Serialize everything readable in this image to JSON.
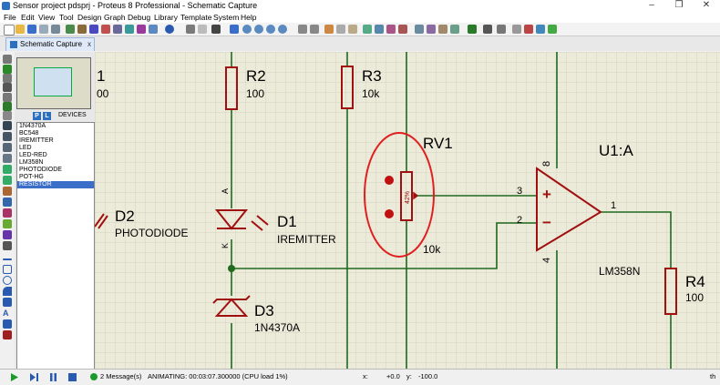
{
  "window": {
    "title": "Sensor project pdsprj - Proteus 8 Professional - Schematic Capture",
    "minimize": "–",
    "maximize": "❐",
    "close": "✕"
  },
  "menu": [
    "File",
    "Edit",
    "View",
    "Tool",
    "Design",
    "Graph",
    "Debug",
    "Library",
    "Template",
    "System",
    "Help"
  ],
  "tab": {
    "label": "Schematic Capture",
    "close": "x"
  },
  "panel": {
    "p_button": "P",
    "l_button": "L",
    "devices_label": "DEVICES",
    "devices": [
      "1N4370A",
      "BC548",
      "IREMITTER",
      "LED",
      "LED-RED",
      "LM358N",
      "PHOTODIODE",
      "POT-HG",
      "RESISTOR"
    ],
    "selected_device": "RESISTOR"
  },
  "schematic": {
    "r_partial": {
      "ref": "1",
      "value": "00"
    },
    "r2": {
      "ref": "R2",
      "value": "100"
    },
    "r3": {
      "ref": "R3",
      "value": "10k"
    },
    "rv1": {
      "ref": "RV1",
      "value": "10k",
      "wiper": "42%"
    },
    "u1": {
      "ref": "U1:A",
      "model": "LM358N",
      "pin_out": "1",
      "pin_plus": "3",
      "pin_minus": "2",
      "pin_vcc": "8",
      "pin_gnd": "4",
      "plus_sign": "+",
      "minus_sign": "−"
    },
    "d1": {
      "ref": "D1",
      "model": "IREMITTER",
      "anode": "A",
      "cathode": "K"
    },
    "d2": {
      "ref": "D2",
      "model": "PHOTODIODE"
    },
    "d3": {
      "ref": "D3",
      "model": "1N4370A"
    },
    "r4": {
      "ref": "R4",
      "value": "100"
    }
  },
  "status": {
    "messages": "2 Message(s)",
    "animating": "ANIMATING: 00:03:07.300000 (CPU load 1%)",
    "x_label": "x:",
    "x_value": "+0.0",
    "y_label": "y:",
    "y_value": "-100.0",
    "right": "th"
  },
  "colors": {
    "wire": "#1f6b1f",
    "component": "#a01010",
    "grid": "#d8d6c4",
    "canvas": "#ecead8",
    "highlight": "#e02020",
    "selection": "#3a6ec8"
  }
}
